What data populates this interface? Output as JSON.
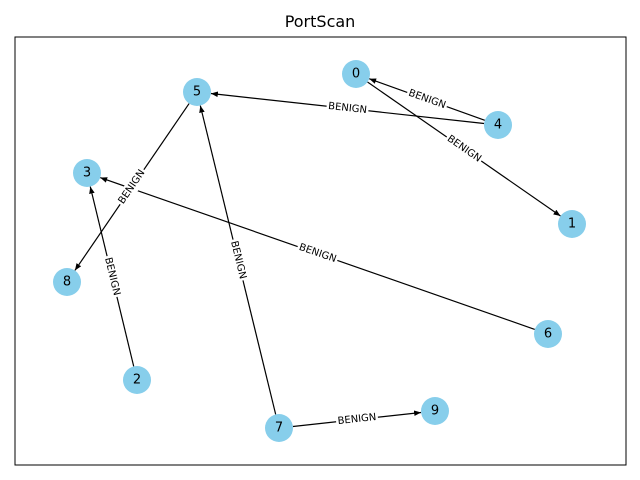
{
  "title": "PortScan",
  "node_color": "#87ceeb",
  "edge_color": "#000000",
  "nodes": [
    {
      "id": "0"
    },
    {
      "id": "1"
    },
    {
      "id": "2"
    },
    {
      "id": "3"
    },
    {
      "id": "4"
    },
    {
      "id": "5"
    },
    {
      "id": "6"
    },
    {
      "id": "7"
    },
    {
      "id": "8"
    },
    {
      "id": "9"
    }
  ],
  "edges": [
    {
      "source": "4",
      "target": "5",
      "label": "BENIGN"
    },
    {
      "source": "4",
      "target": "0",
      "label": "BENIGN"
    },
    {
      "source": "0",
      "target": "1",
      "label": "BENIGN"
    },
    {
      "source": "5",
      "target": "8",
      "label": "BENIGN"
    },
    {
      "source": "2",
      "target": "3",
      "label": "BENIGN"
    },
    {
      "source": "6",
      "target": "3",
      "label": "BENIGN"
    },
    {
      "source": "7",
      "target": "5",
      "label": "BENIGN"
    },
    {
      "source": "7",
      "target": "9",
      "label": "BENIGN"
    }
  ]
}
